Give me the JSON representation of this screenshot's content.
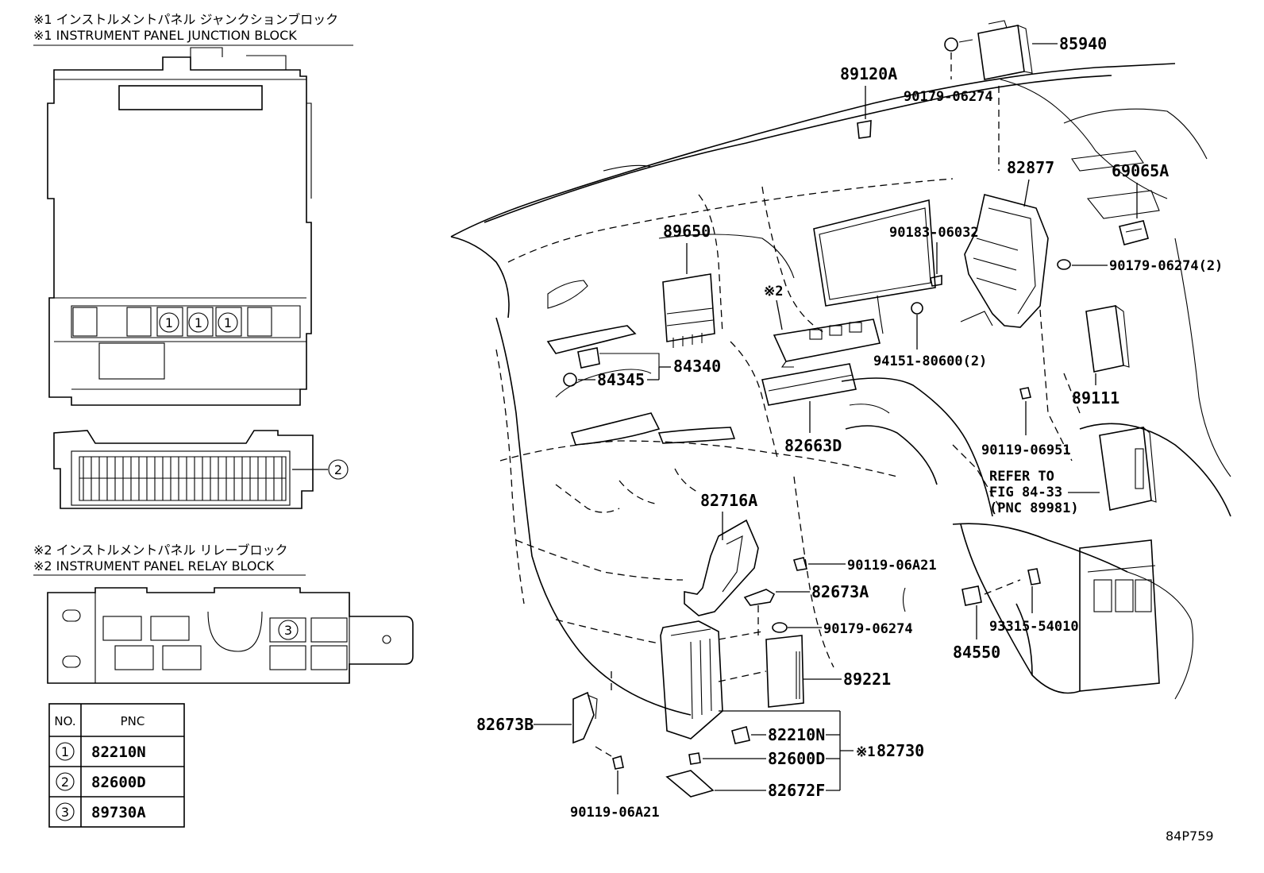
{
  "titles": {
    "jb_jp": "※1 インストルメントパネル ジャンクションブロック",
    "jb_en": "※1 INSTRUMENT PANEL JUNCTION BLOCK",
    "rb_jp": "※2 インストルメントパネル リレーブロック",
    "rb_en": "※2 INSTRUMENT PANEL RELAY BLOCK"
  },
  "callouts": {
    "c1": "1",
    "c2": "2",
    "c3": "3"
  },
  "table": {
    "header_no": "NO.",
    "header_pnc": "PNC",
    "rows": [
      {
        "no": "1",
        "pnc": "82210N"
      },
      {
        "no": "2",
        "pnc": "82600D"
      },
      {
        "no": "3",
        "pnc": "89730A"
      }
    ]
  },
  "labels": {
    "p85940": "85940",
    "p89120A": "89120A",
    "p90179_06274_top": "90179-06274",
    "p82877": "82877",
    "p69065A": "69065A",
    "p89650": "89650",
    "p90183_06032": "90183-06032",
    "p90179_06274_2": "90179-06274(2)",
    "mark2": "※2",
    "p94151": "94151-80600(2)",
    "p84340": "84340",
    "p84345": "84345",
    "p89111": "89111",
    "p82663D": "82663D",
    "p90119_06951": "90119-06951",
    "refer_1": "REFER TO",
    "refer_2": "FIG 84-33",
    "refer_3": "(PNC 89981)",
    "p82716A": "82716A",
    "p90119_06A21_a": "90119-06A21",
    "p82673A": "82673A",
    "p90179_06274_b": "90179-06274",
    "p93315": "93315-54010",
    "p84550": "84550",
    "p89221": "89221",
    "p82673B": "82673B",
    "p82210N": "82210N",
    "p82600D": "82600D",
    "p82672F": "82672F",
    "p82730": "82730",
    "mark1": "※1",
    "p90119_06A21_b": "90119-06A21",
    "fig_code": "84P759"
  }
}
